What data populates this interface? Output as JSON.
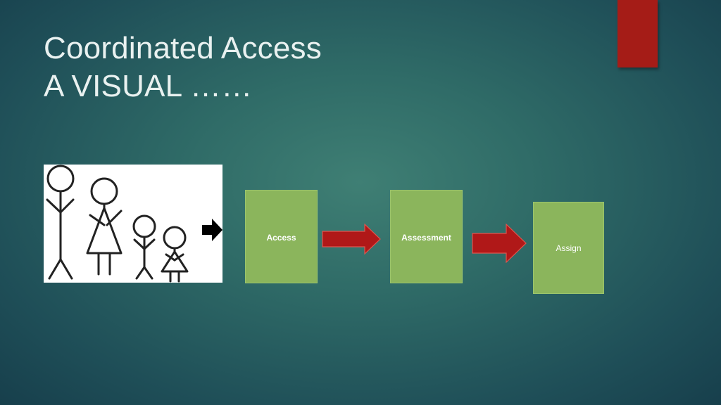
{
  "slide": {
    "title_line1": "Coordinated Access",
    "title_line2": "A VISUAL  ……"
  },
  "flow": {
    "steps": [
      "Access",
      "Assessment",
      "Assign"
    ]
  },
  "image": {
    "description_icon": "stick-figure-family-image"
  },
  "colors": {
    "background": "#2f6b67",
    "title_text": "#e9f1f0",
    "accent_bar": "#a51c17",
    "step_box": "#8bb55c",
    "arrow_red": "#b01818",
    "arrow_black": "#000000"
  }
}
